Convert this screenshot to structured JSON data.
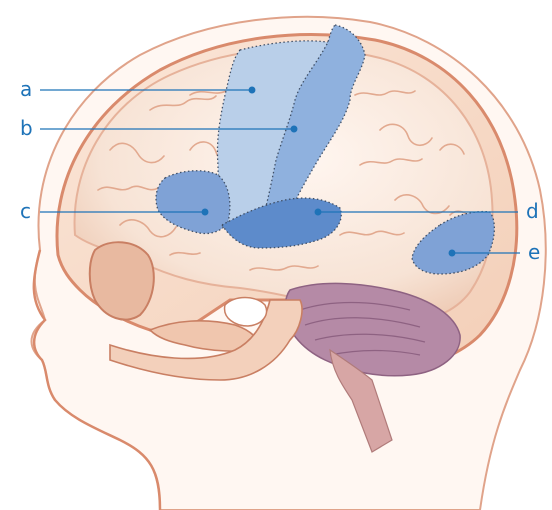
{
  "labels": [
    "a",
    "b",
    "c",
    "d",
    "e"
  ],
  "colors": {
    "label_text": "#1e73b8",
    "leader_line": "#1e73b8",
    "region_light": "#b9cfe9",
    "region_mid": "#8fb1de",
    "region_dark": "#5d8bcb",
    "brain_fill": "#f8e6da",
    "skull_fill": "#f5d2bb",
    "skull_outline": "#d98a6c",
    "cerebellum": "#b58aa6",
    "background": "#ffffff"
  }
}
